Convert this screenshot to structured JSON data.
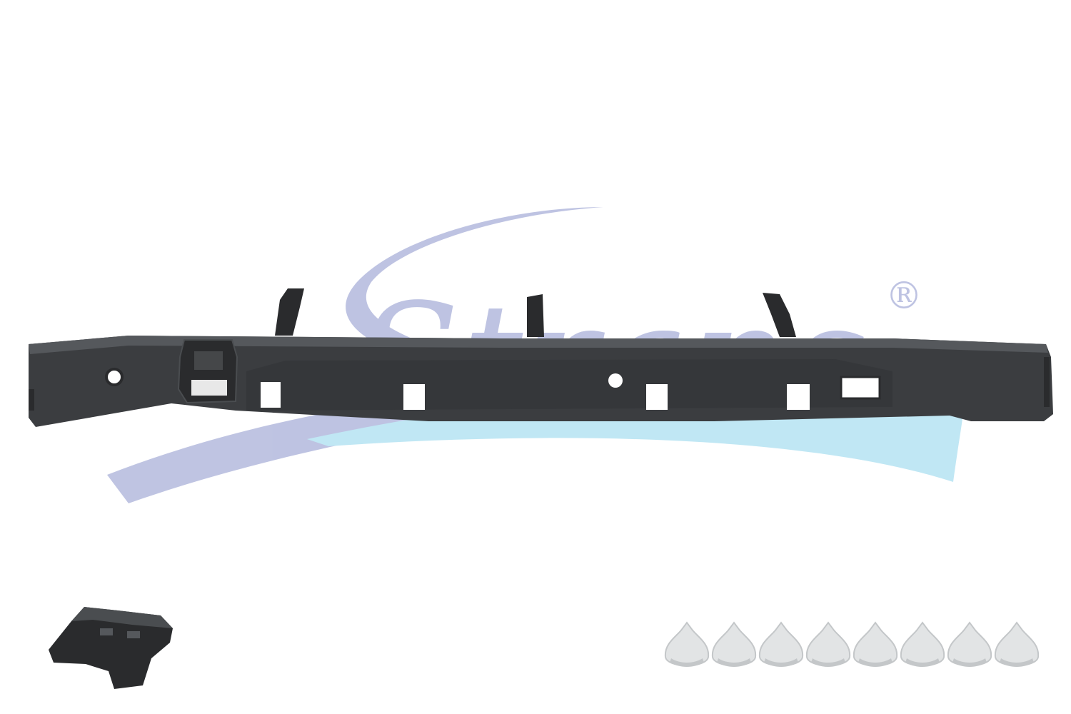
{
  "watermark": {
    "brand_text": "Strans",
    "registered_mark": "®"
  },
  "product": {
    "main_part": "bumper-reinforcement-bar",
    "accessory_bracket": "mounting-bracket-clip",
    "clip_count": 8
  },
  "colors": {
    "background": "#ffffff",
    "part_body": "#3b3d40",
    "part_dark": "#2a2b2d",
    "part_highlight": "#55585c",
    "watermark_blue": "#3949a6",
    "watermark_cyan": "#3fb6e0",
    "clip_fill": "#e2e4e5",
    "clip_shade": "#c4c7c9"
  }
}
